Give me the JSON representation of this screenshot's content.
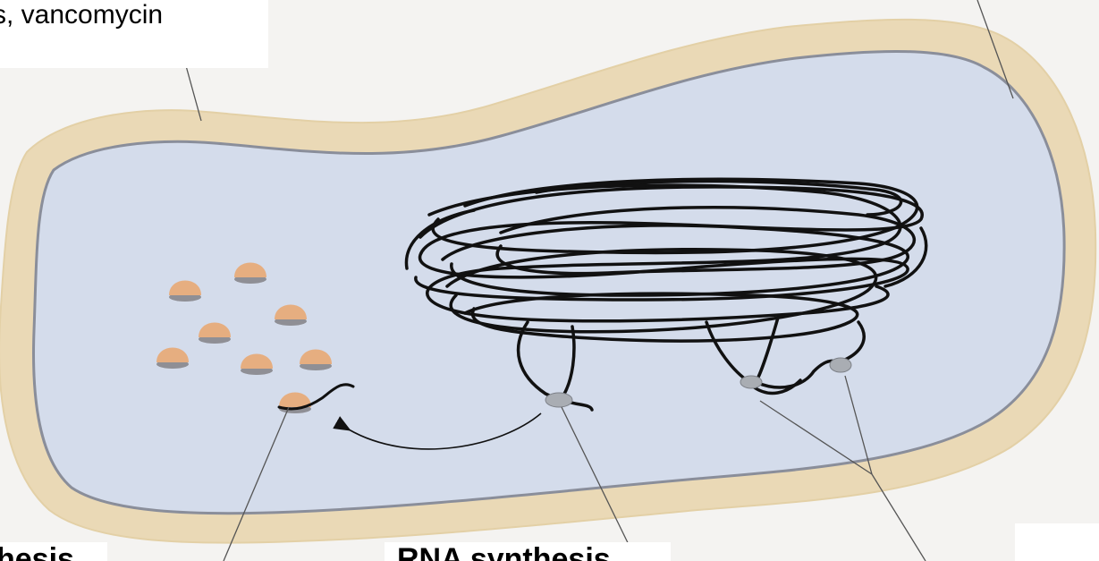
{
  "labels": {
    "top_left": "s, vancomycin",
    "bottom_left": "hesis",
    "bottom_middle": "RNA synthesis"
  },
  "colors": {
    "background": "#f4f3f1",
    "cell_wall": "#ead9b6",
    "cytoplasm": "#d4dceb",
    "membrane_line": "#8a8e9a",
    "dna": "#111111",
    "ribosome": "#e6ae80",
    "ribosome_shadow": "#8f8f95",
    "polymerase": "#a9adb3",
    "leader_line": "#555555"
  },
  "icons": [
    "ribosome-icon",
    "rna-polymerase-icon",
    "dna-chromosome-icon",
    "arrow-icon"
  ]
}
